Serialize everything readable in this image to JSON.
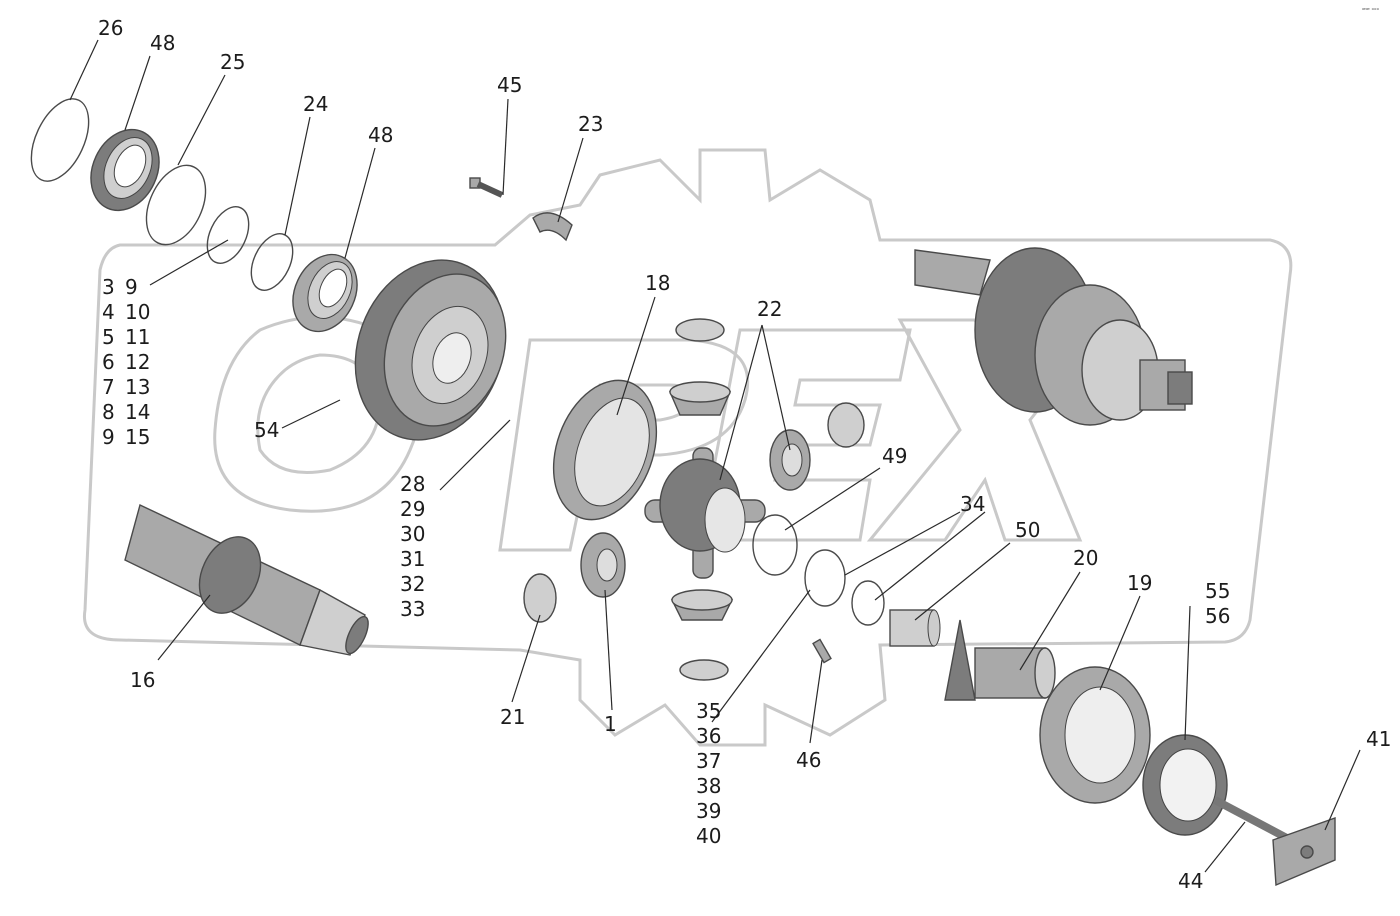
{
  "diagram": {
    "corner_mark": "ꟹꟹ ᵒᵒᵒ",
    "callouts": [
      {
        "id": "c26",
        "text": "26"
      },
      {
        "id": "c48a",
        "text": "48"
      },
      {
        "id": "c25",
        "text": "25"
      },
      {
        "id": "c24",
        "text": "24"
      },
      {
        "id": "c48b",
        "text": "48"
      },
      {
        "id": "c45",
        "text": "45"
      },
      {
        "id": "c23",
        "text": "23"
      },
      {
        "id": "c18",
        "text": "18"
      },
      {
        "id": "c22",
        "text": "22"
      },
      {
        "id": "c54",
        "text": "54"
      },
      {
        "id": "c49",
        "text": "49"
      },
      {
        "id": "c34",
        "text": "34"
      },
      {
        "id": "c50",
        "text": "50"
      },
      {
        "id": "c20",
        "text": "20"
      },
      {
        "id": "c19",
        "text": "19"
      },
      {
        "id": "c16",
        "text": "16"
      },
      {
        "id": "c21",
        "text": "21"
      },
      {
        "id": "c1",
        "text": "1"
      },
      {
        "id": "c46",
        "text": "46"
      },
      {
        "id": "c41",
        "text": "41"
      },
      {
        "id": "c44",
        "text": "44"
      }
    ],
    "list_3_15": {
      "col1": [
        "3",
        "4",
        "5",
        "6",
        "7",
        "8",
        "9"
      ],
      "col2": [
        "9",
        "10",
        "11",
        "12",
        "13",
        "14",
        "15"
      ]
    },
    "list_28_33": [
      "28",
      "29",
      "30",
      "31",
      "32",
      "33"
    ],
    "list_35_40": [
      "35",
      "36",
      "37",
      "38",
      "39",
      "40"
    ],
    "list_55_56": [
      "55",
      "56"
    ]
  }
}
